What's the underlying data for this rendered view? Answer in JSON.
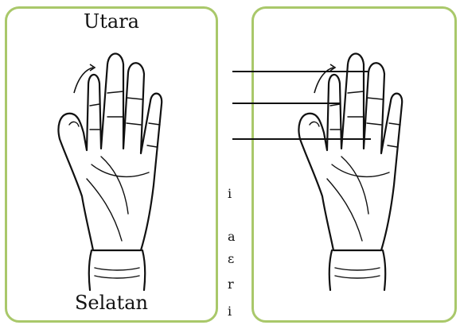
{
  "left_panel": {
    "north_label": "Utara",
    "south_label": "Selatan",
    "hand_icon": "left-hand-palm-outline",
    "arrow_icon": "curved-arrow"
  },
  "right_panel": {
    "hand_icon": "left-hand-palm-outline",
    "arrow_icon": "curved-arrow"
  },
  "text_fragments": [
    "i",
    "a",
    "ɛ",
    "r",
    "i"
  ],
  "colors": {
    "panel_border": "#a9c86a",
    "ink": "#111111"
  }
}
